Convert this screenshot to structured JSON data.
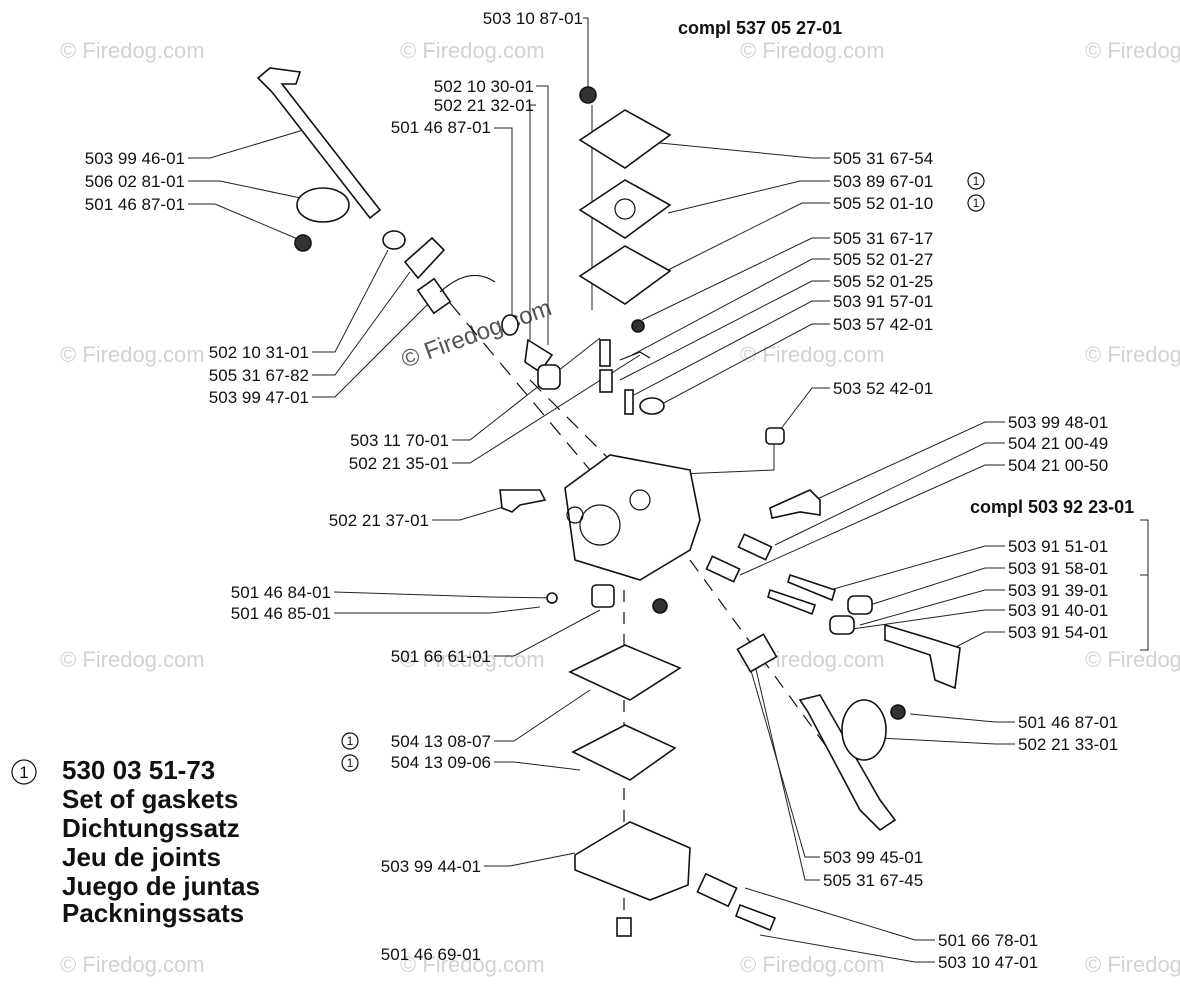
{
  "watermark": {
    "text": "© Firedog.com"
  },
  "assemblies": {
    "top": "compl 537 05 27-01",
    "right": "compl 503 92 23-01"
  },
  "legend": {
    "marker": "1",
    "part_number": "530 03 51-73",
    "lines": [
      "Set of gaskets",
      "Dichtungssatz",
      "Jeu de joints",
      "Juego de juntas",
      "Packningssats"
    ]
  },
  "parts": [
    {
      "number": "503 10 87-01"
    },
    {
      "number": "502 10 30-01"
    },
    {
      "number": "502 21 32-01"
    },
    {
      "number": "501 46 87-01"
    },
    {
      "number": "503 99 46-01"
    },
    {
      "number": "506 02 81-01"
    },
    {
      "number": "501 46 87-01"
    },
    {
      "number": "502 10 31-01"
    },
    {
      "number": "505 31 67-82"
    },
    {
      "number": "503 99 47-01"
    },
    {
      "number": "503 11 70-01"
    },
    {
      "number": "502 21 35-01"
    },
    {
      "number": "502 21 37-01"
    },
    {
      "number": "501 46 84-01"
    },
    {
      "number": "501 46 85-01"
    },
    {
      "number": "501 66 61-01"
    },
    {
      "number": "504 13 08-07",
      "marker": "1"
    },
    {
      "number": "504 13 09-06",
      "marker": "1"
    },
    {
      "number": "503 99 44-01"
    },
    {
      "number": "501 46 69-01"
    },
    {
      "number": "505 31 67-54"
    },
    {
      "number": "503 89 67-01",
      "marker": "1"
    },
    {
      "number": "505 52 01-10",
      "marker": "1"
    },
    {
      "number": "505 31 67-17"
    },
    {
      "number": "505 52 01-27"
    },
    {
      "number": "505 52 01-25"
    },
    {
      "number": "503 91 57-01"
    },
    {
      "number": "503 57 42-01"
    },
    {
      "number": "503 52 42-01"
    },
    {
      "number": "503 99 48-01"
    },
    {
      "number": "504 21 00-49"
    },
    {
      "number": "504 21 00-50"
    },
    {
      "number": "503 91 51-01"
    },
    {
      "number": "503 91 58-01"
    },
    {
      "number": "503 91 39-01"
    },
    {
      "number": "503 91 40-01"
    },
    {
      "number": "503 91 54-01"
    },
    {
      "number": "501 46 87-01"
    },
    {
      "number": "502 21 33-01"
    },
    {
      "number": "503 99 45-01"
    },
    {
      "number": "505 31 67-45"
    },
    {
      "number": "501 66 78-01"
    },
    {
      "number": "503 10 47-01"
    }
  ]
}
